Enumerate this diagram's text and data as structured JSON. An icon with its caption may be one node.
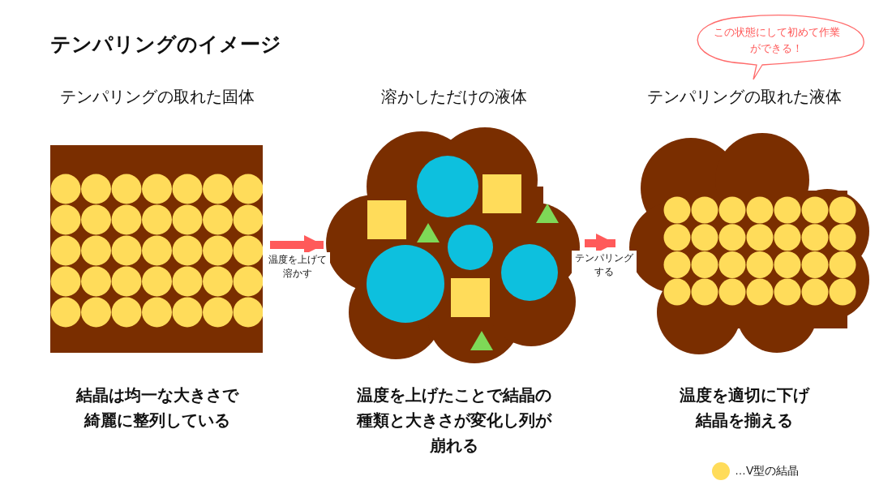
{
  "diagram": {
    "title": "テンパリングのイメージ",
    "nodes": [
      {
        "text": [
          "テンパリングの取れた固体",
          "結晶は均一な大きさで綺麗に整列している"
        ]
      },
      {
        "text": [
          "溶かしただけの液体",
          "温度を上げたことで結晶の種類と大きさが変化し列が崩れる"
        ]
      },
      {
        "text": [
          "テンパリングの取れた液体",
          "温度を適切に下げ結晶を揃える"
        ]
      },
      {
        "text": [
          "この状態にして初めて作業ができる！"
        ]
      }
    ],
    "edges": [
      {
        "from": 0,
        "to": 1,
        "arrow": "to",
        "label": "温度を上げて溶かす"
      },
      {
        "from": 1,
        "to": 2,
        "arrow": "to",
        "label": "テンパリングする"
      }
    ],
    "legend": [
      {
        "text": "…V型の結晶",
        "color": "#ffdc5a"
      }
    ]
  }
}
